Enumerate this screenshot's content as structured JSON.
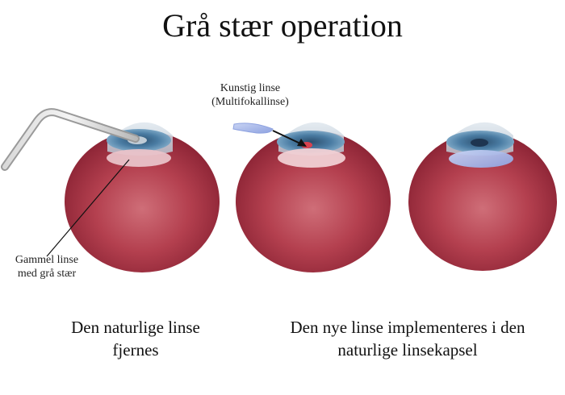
{
  "title": "Grå stær operation",
  "labels": {
    "artificial_lens_line1": "Kunstig linse",
    "artificial_lens_line2": "(Multifokallinse)",
    "old_lens_line1": "Gammel linse",
    "old_lens_line2": "med grå stær"
  },
  "captions": {
    "left_line1": "Den naturlige linse",
    "left_line2": "fjernes",
    "right_line1": "Den nye linse implementeres i den",
    "right_line2": "naturlige linsekapsel"
  },
  "colors": {
    "eyeball": "#b03a48",
    "iris": "#3f6f93",
    "lens": "#e7c0c6",
    "new_lens": "#a9b9ee"
  }
}
